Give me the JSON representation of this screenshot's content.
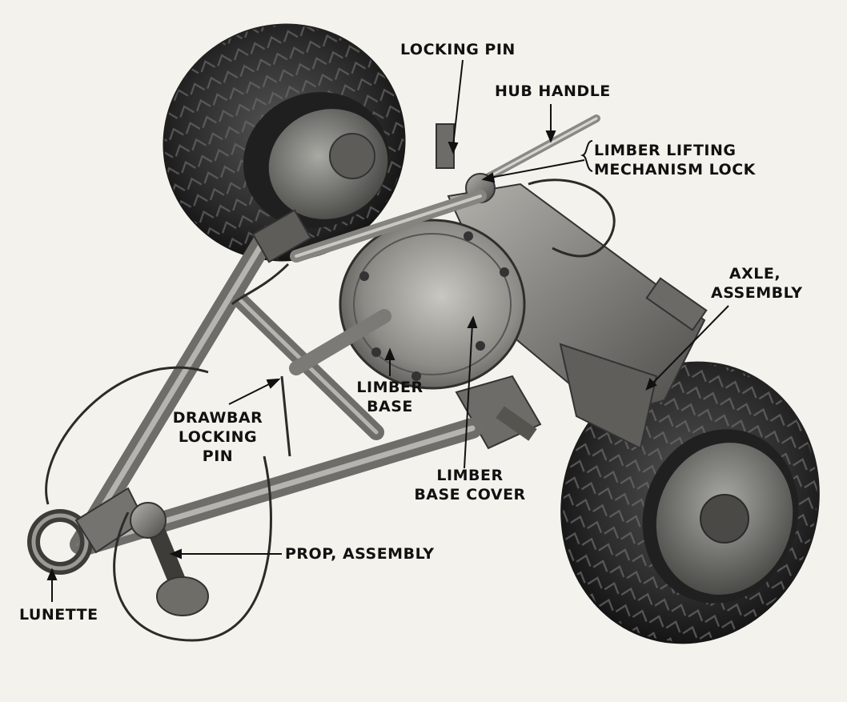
{
  "labels": {
    "locking_pin": "LOCKING PIN",
    "hub_handle": "HUB HANDLE",
    "limber_lifting_1": "LIMBER LIFTING",
    "limber_lifting_2": "MECHANISM LOCK",
    "axle_1": "AXLE,",
    "axle_2": "ASSEMBLY",
    "limber_base_1": "LIMBER",
    "limber_base_2": "BASE",
    "drawbar_1": "DRAWBAR",
    "drawbar_2": "LOCKING",
    "drawbar_3": "PIN",
    "limber_cover_1": "LIMBER",
    "limber_cover_2": "BASE COVER",
    "prop": "PROP, ASSEMBLY",
    "lunette": "LUNETTE"
  },
  "colors": {
    "background": "#f4f2ec",
    "ink": "#111111",
    "tire": "#2a2a2a",
    "metal": "#7d7d7a",
    "metal_dark": "#4a4a48"
  }
}
